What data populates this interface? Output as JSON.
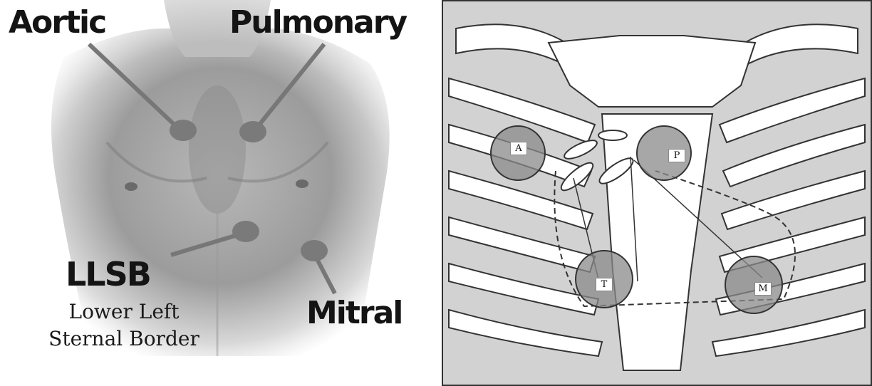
{
  "left": {
    "aortic_label": "Aortic",
    "pulmonary_label": "Pulmonary",
    "llsb_label": "LLSB",
    "llsb_desc_line1": "Lower Left",
    "llsb_desc_line2": "Sternal Border",
    "mitral_label": "Mitral",
    "dot_color": "#7a7a7a"
  },
  "right": {
    "aortic_marker": "A",
    "pulmonary_marker": "P",
    "tricuspid_marker": "T",
    "mitral_marker": "M",
    "circle_color": "#8a8a8a",
    "rib_fill": "#c9c9c9"
  }
}
